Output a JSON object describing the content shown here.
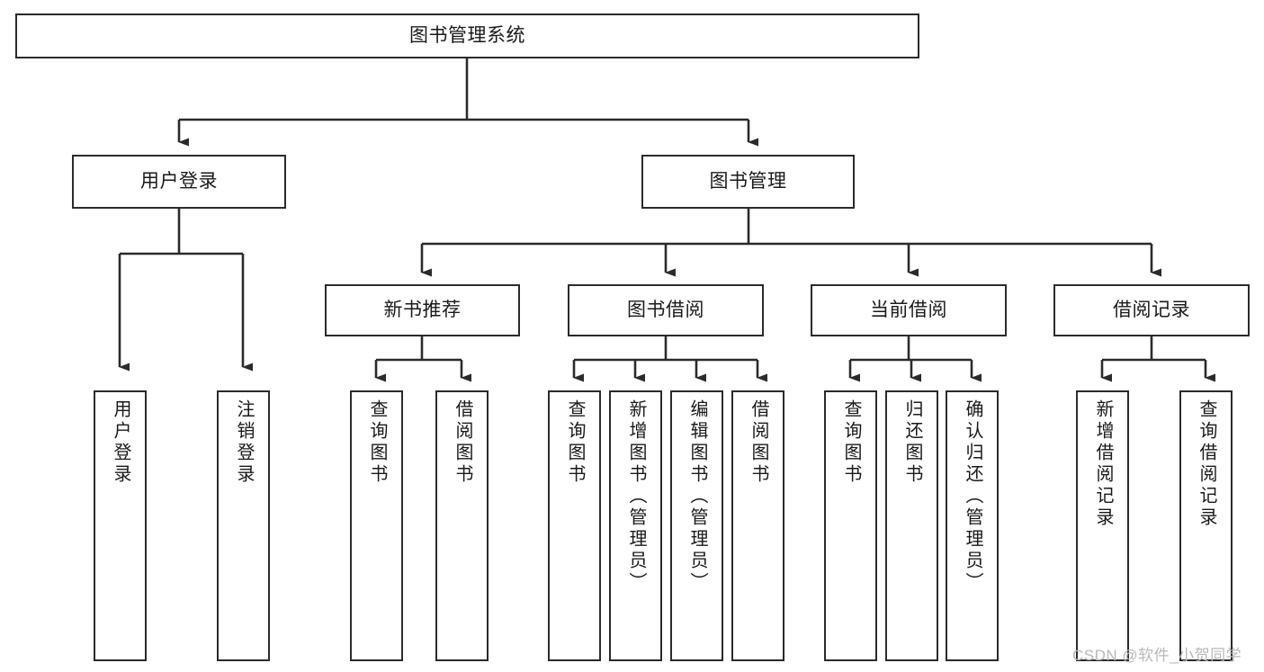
{
  "diagram": {
    "type": "tree-hierarchy",
    "title": "图书管理系统",
    "orientation": "top-down",
    "watermark": "CSDN @软件_小贺同学",
    "colors": {
      "box_border": "#2b2b2b",
      "box_fill": "#ffffff",
      "edge": "#2b2b2b",
      "text": "#1a1a1a",
      "watermark": "#b8b8b8"
    },
    "nodes": {
      "root": {
        "label": "图书管理系统",
        "level": 0
      },
      "level1": [
        {
          "id": "user-login",
          "label": "用户登录"
        },
        {
          "id": "book-manage",
          "label": "图书管理"
        }
      ],
      "level2": [
        {
          "id": "new-book-recommend",
          "label": "新书推荐",
          "parent": "book-manage"
        },
        {
          "id": "book-borrow",
          "label": "图书借阅",
          "parent": "book-manage"
        },
        {
          "id": "current-borrow",
          "label": "当前借阅",
          "parent": "book-manage"
        },
        {
          "id": "borrow-record",
          "label": "借阅记录",
          "parent": "book-manage"
        }
      ],
      "leaves": [
        {
          "id": "leaf-user-login",
          "label": "用户登录",
          "parent": "user-login"
        },
        {
          "id": "leaf-logout",
          "label": "注销登录",
          "parent": "user-login"
        },
        {
          "id": "leaf-query-book-1",
          "label": "查询图书",
          "parent": "new-book-recommend"
        },
        {
          "id": "leaf-borrow-book-1",
          "label": "借阅图书",
          "parent": "new-book-recommend"
        },
        {
          "id": "leaf-query-book-2",
          "label": "查询图书",
          "parent": "book-borrow"
        },
        {
          "id": "leaf-add-book",
          "label": "新增图书（管理员）",
          "parent": "book-borrow"
        },
        {
          "id": "leaf-edit-book",
          "label": "编辑图书（管理员）",
          "parent": "book-borrow"
        },
        {
          "id": "leaf-borrow-book-2",
          "label": "借阅图书",
          "parent": "book-borrow"
        },
        {
          "id": "leaf-query-book-3",
          "label": "查询图书",
          "parent": "current-borrow"
        },
        {
          "id": "leaf-return-book",
          "label": "归还图书",
          "parent": "current-borrow"
        },
        {
          "id": "leaf-confirm-return",
          "label": "确认归还（管理员）",
          "parent": "current-borrow"
        },
        {
          "id": "leaf-add-record",
          "label": "新增借阅记录",
          "parent": "borrow-record"
        },
        {
          "id": "leaf-query-record",
          "label": "查询借阅记录",
          "parent": "borrow-record"
        }
      ]
    }
  }
}
